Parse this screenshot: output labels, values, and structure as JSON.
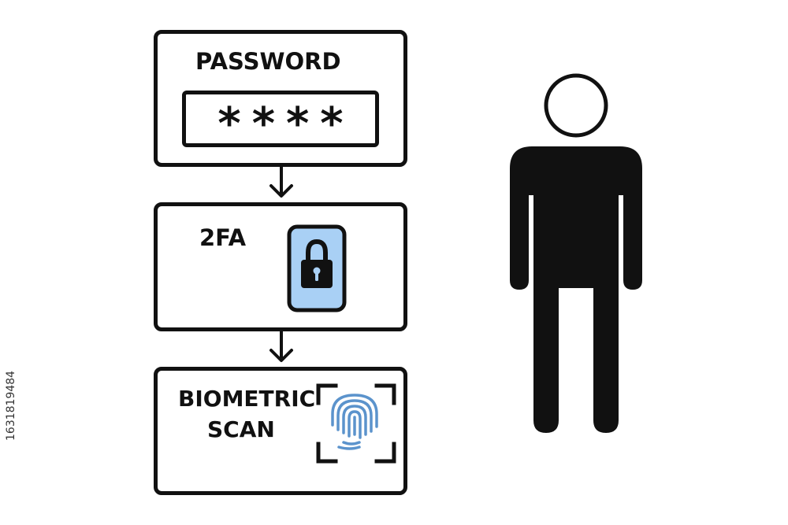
{
  "steps": [
    {
      "label": "PASSWORD",
      "field_value": "****"
    },
    {
      "label": "2FA",
      "icon": "padlock-phone-icon"
    },
    {
      "label_line1": "BIOMETRIC",
      "label_line2": "SCAN",
      "icon": "fingerprint-icon"
    }
  ],
  "side_text": "1631819484",
  "colors": {
    "stroke": "#111111",
    "phone_screen": "#a9d0f5",
    "fingerprint": "#5b93cc"
  }
}
